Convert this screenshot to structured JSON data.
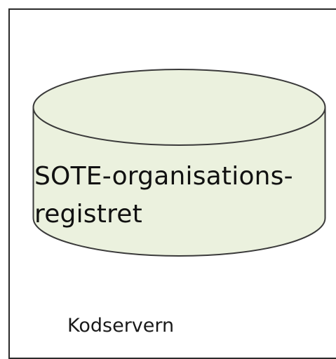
{
  "database": {
    "label_line1": "SOTE-organisations-",
    "label_line2": "registret",
    "fill_color": "#ebf1de",
    "stroke_color": "#3a3a3a"
  },
  "server": {
    "label": "Kodservern"
  }
}
